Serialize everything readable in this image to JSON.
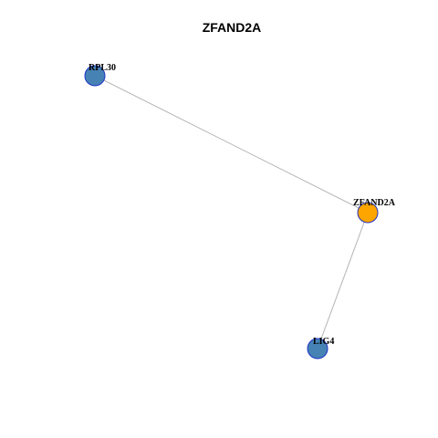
{
  "title": "ZFAND2A",
  "nodes": [
    {
      "id": "RPL30",
      "label": "RPL30",
      "color": "#4682b4"
    },
    {
      "id": "ZFAND2A",
      "label": "ZFAND2A",
      "color": "#ffa500"
    },
    {
      "id": "LIG4",
      "label": "LIG4",
      "color": "#4682b4"
    }
  ],
  "edges": [
    {
      "source": "RPL30",
      "target": "ZFAND2A"
    },
    {
      "source": "ZFAND2A",
      "target": "LIG4"
    }
  ],
  "colors": {
    "hub_node": "#ffa500",
    "neighbor_node": "#4682b4",
    "node_border": "#1f33c8",
    "edge": "#b4b4b4"
  }
}
